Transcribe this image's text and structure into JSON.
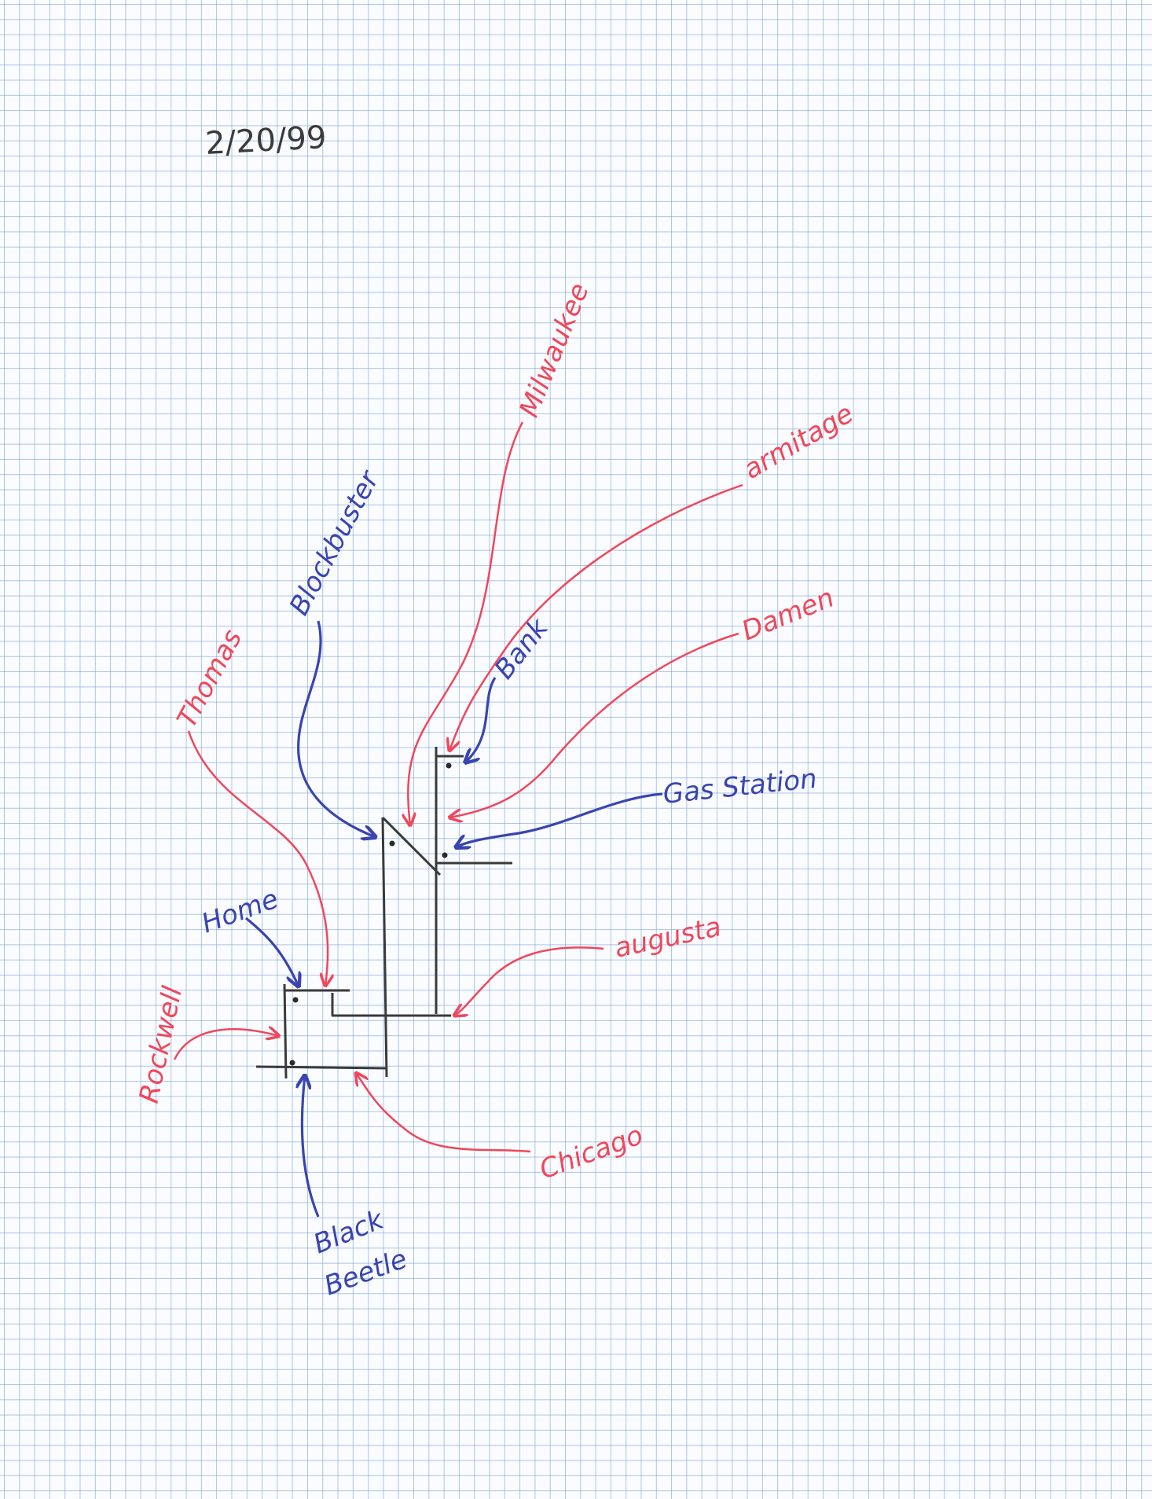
{
  "date": "2/20/99",
  "streets": {
    "milwaukee": "Milwaukee",
    "armitage": "armitage",
    "damen": "Damen",
    "thomas": "Thomas",
    "augusta": "augusta",
    "rockwell": "Rockwell",
    "chicago": "Chicago"
  },
  "places": {
    "blockbuster": "Blockbuster",
    "bank": "Bank",
    "gas_station": "Gas  Station",
    "home": "Home",
    "black_beetle_line1": "Black",
    "black_beetle_line2": "Beetle"
  },
  "colors": {
    "streets": "#f0475a",
    "places": "#3a44b0",
    "roads": "#3a3a3a",
    "grid": "#6e96d2"
  }
}
